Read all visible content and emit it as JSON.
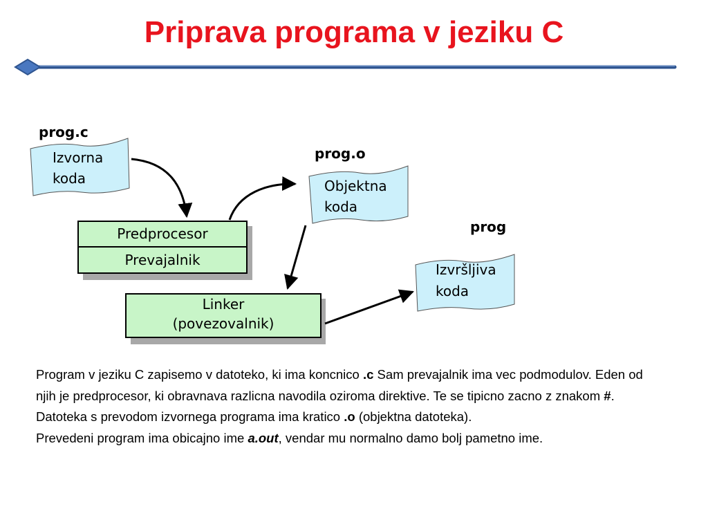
{
  "slide": {
    "title": "Priprava programa v jeziku C"
  },
  "diagram": {
    "files": {
      "source": {
        "filename": "prog.c",
        "line1": "Izvorna",
        "line2": "koda"
      },
      "object": {
        "filename": "prog.o",
        "line1": "Objektna",
        "line2": "koda"
      },
      "executable": {
        "filename": "prog",
        "line1": "Izvršljiva",
        "line2": "koda"
      }
    },
    "stages": {
      "preprocessor": "Predprocesor",
      "compiler": "Prevajalnik",
      "linker_line1": "Linker",
      "linker_line2": "(povezovalnik)"
    }
  },
  "body": {
    "p1": {
      "t1": "Program v jeziku C zapisemo v datoteko, ki ima koncnico ",
      "ext_c": ".c",
      "t2": " Sam prevajalnik ima vec podmodulov. Eden od njih je predprocesor, ki obravnava razlicna navodila oziroma direktive. Te se tipicno zacno z znakom ",
      "hash": "#",
      "t3": "."
    },
    "p2": {
      "t1": "Datoteka s prevodom izvornega programa ima kratico ",
      "ext_o": ".o",
      "t2": " (objektna datoteka)."
    },
    "p3": {
      "t1": "Prevedeni program ima obicajno ime ",
      "aout": "a.out",
      "t2": ", vendar mu normalno damo bolj pametno ime."
    }
  },
  "colors": {
    "title": "#e8141e",
    "rule": "#3f66a3",
    "file_fill": "#ccf0fb",
    "box_fill": "#c8f5c8",
    "shadow": "#a8a8a8"
  }
}
